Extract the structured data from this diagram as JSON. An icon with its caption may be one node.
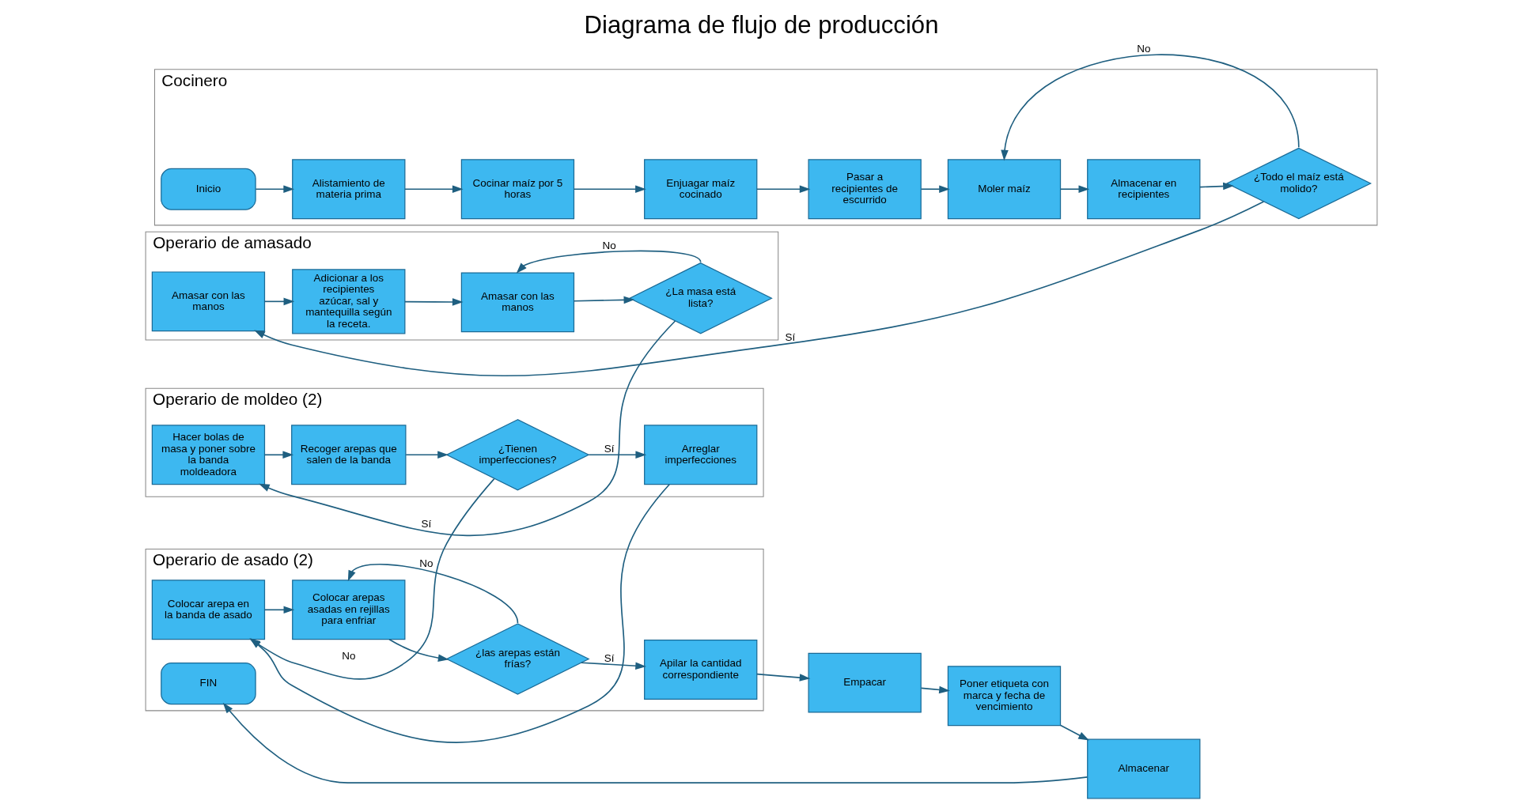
{
  "diagram": {
    "title": "Diagrama de flujo de producción",
    "nodes": [
      {
        "text": [
          "Cocinero"
        ]
      },
      {
        "text": [
          "Inicio"
        ],
        "in": 0
      },
      {
        "text": [
          "Alistamiento de materia prima"
        ],
        "in": 0
      },
      {
        "text": [
          "Cocinar maíz por 5 horas"
        ],
        "in": 0
      },
      {
        "text": [
          "Enjuagar maíz cocinado"
        ],
        "in": 0
      },
      {
        "text": [
          "Pasar a recipientes de escurrido"
        ],
        "in": 0
      },
      {
        "text": [
          "Moler maíz"
        ],
        "in": 0
      },
      {
        "text": [
          "Almacenar en recipientes"
        ],
        "in": 0
      },
      {
        "text": [
          "¿Todo el maíz está molido?"
        ],
        "in": 0
      },
      {
        "text": [
          "Operario de amasado"
        ]
      },
      {
        "text": [
          "Amasar con las manos"
        ],
        "in": 9
      },
      {
        "text": [
          "Adicionar a los recipientes azúcar, sal y mantequilla según la receta."
        ],
        "in": 9
      },
      {
        "text": [
          "Amasar con las manos"
        ],
        "in": 9
      },
      {
        "text": [
          "¿La masa está lista?"
        ],
        "in": 9
      },
      {
        "text": [
          "Operario de moldeo (2)"
        ]
      },
      {
        "text": [
          "Hacer bolas de masa y poner sobre la banda moldeadora"
        ],
        "in": 14
      },
      {
        "text": [
          "Recoger arepas que salen de la banda"
        ],
        "in": 14
      },
      {
        "text": [
          "¿Tienen imperfecciones?"
        ],
        "in": 14
      },
      {
        "text": [
          "Arreglar imperfecciones"
        ],
        "in": 14
      },
      {
        "text": [
          "Operario de asado (2)"
        ]
      },
      {
        "text": [
          "Colocar arepa en la banda de asado"
        ],
        "in": 19
      },
      {
        "text": [
          "Colocar arepas asadas en rejillas para enfriar"
        ],
        "in": 19
      },
      {
        "text": [
          "¿las arepas están frías?"
        ],
        "in": 19
      },
      {
        "text": [
          "Apilar la cantidad correspondiente"
        ],
        "in": 19
      },
      {
        "text": [
          "Empacar"
        ]
      },
      {
        "text": [
          "Poner etiqueta con marca y fecha de vencimiento"
        ]
      },
      {
        "text": [
          "Almacenar"
        ]
      },
      {
        "text": [
          "FIN"
        ],
        "in": 19
      }
    ],
    "edges": [
      {
        "from": 1,
        "to": 2,
        "arrow": "to"
      },
      {
        "from": 2,
        "to": 3,
        "arrow": "to"
      },
      {
        "from": 3,
        "to": 4,
        "arrow": "to"
      },
      {
        "from": 4,
        "to": 5,
        "arrow": "to"
      },
      {
        "from": 5,
        "to": 6,
        "arrow": "to"
      },
      {
        "from": 6,
        "to": 7,
        "arrow": "to"
      },
      {
        "from": 7,
        "to": 8,
        "arrow": "to"
      },
      {
        "from": 8,
        "to": 6,
        "arrow": "to",
        "label": "No"
      },
      {
        "from": 8,
        "to": 10,
        "arrow": "to",
        "label": "Sí"
      },
      {
        "from": 10,
        "to": 11,
        "arrow": "to"
      },
      {
        "from": 11,
        "to": 12,
        "arrow": "to"
      },
      {
        "from": 12,
        "to": 13,
        "arrow": "to"
      },
      {
        "from": 13,
        "to": 12,
        "arrow": "to",
        "label": "No"
      },
      {
        "from": 13,
        "to": 15,
        "arrow": "to",
        "label": "Sí"
      },
      {
        "from": 15,
        "to": 16,
        "arrow": "to"
      },
      {
        "from": 16,
        "to": 17,
        "arrow": "to"
      },
      {
        "from": 17,
        "to": 18,
        "arrow": "to",
        "label": "Sí"
      },
      {
        "from": 17,
        "to": 20,
        "arrow": "to",
        "label": "No"
      },
      {
        "from": 18,
        "to": 20,
        "arrow": "to"
      },
      {
        "from": 20,
        "to": 21,
        "arrow": "to"
      },
      {
        "from": 21,
        "to": 22,
        "arrow": "to"
      },
      {
        "from": 22,
        "to": 23,
        "arrow": "to",
        "label": "Sí"
      },
      {
        "from": 22,
        "to": 21,
        "arrow": "to",
        "label": "No"
      },
      {
        "from": 23,
        "to": 24,
        "arrow": "to"
      },
      {
        "from": 24,
        "to": 25,
        "arrow": "to"
      },
      {
        "from": 25,
        "to": 26,
        "arrow": "to"
      },
      {
        "from": 26,
        "to": 27,
        "arrow": "to"
      }
    ]
  }
}
